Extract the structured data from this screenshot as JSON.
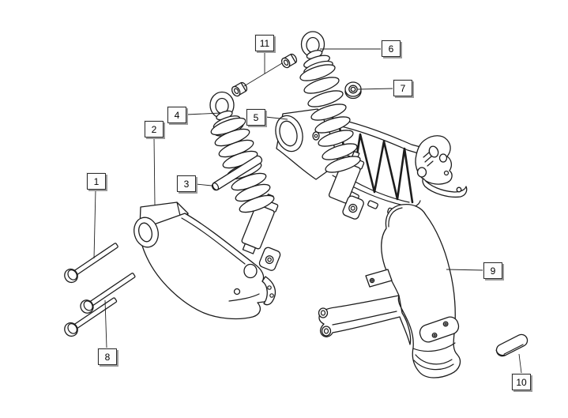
{
  "page": {
    "background": "#ffffff"
  },
  "diagram": {
    "type": "exploded-parts-diagram",
    "line_color": "#1c1c1c",
    "callout_style": {
      "bg": "#fdfdfd",
      "border": "#2e2e2e",
      "shadow": "#9b9b9b",
      "text": "#000000"
    },
    "callouts": [
      {
        "label": "1"
      },
      {
        "label": "2"
      },
      {
        "label": "3"
      },
      {
        "label": "4"
      },
      {
        "label": "5"
      },
      {
        "label": "6"
      },
      {
        "label": "7"
      },
      {
        "label": "8"
      },
      {
        "label": "9"
      },
      {
        "label": "10"
      },
      {
        "label": "11"
      }
    ]
  }
}
